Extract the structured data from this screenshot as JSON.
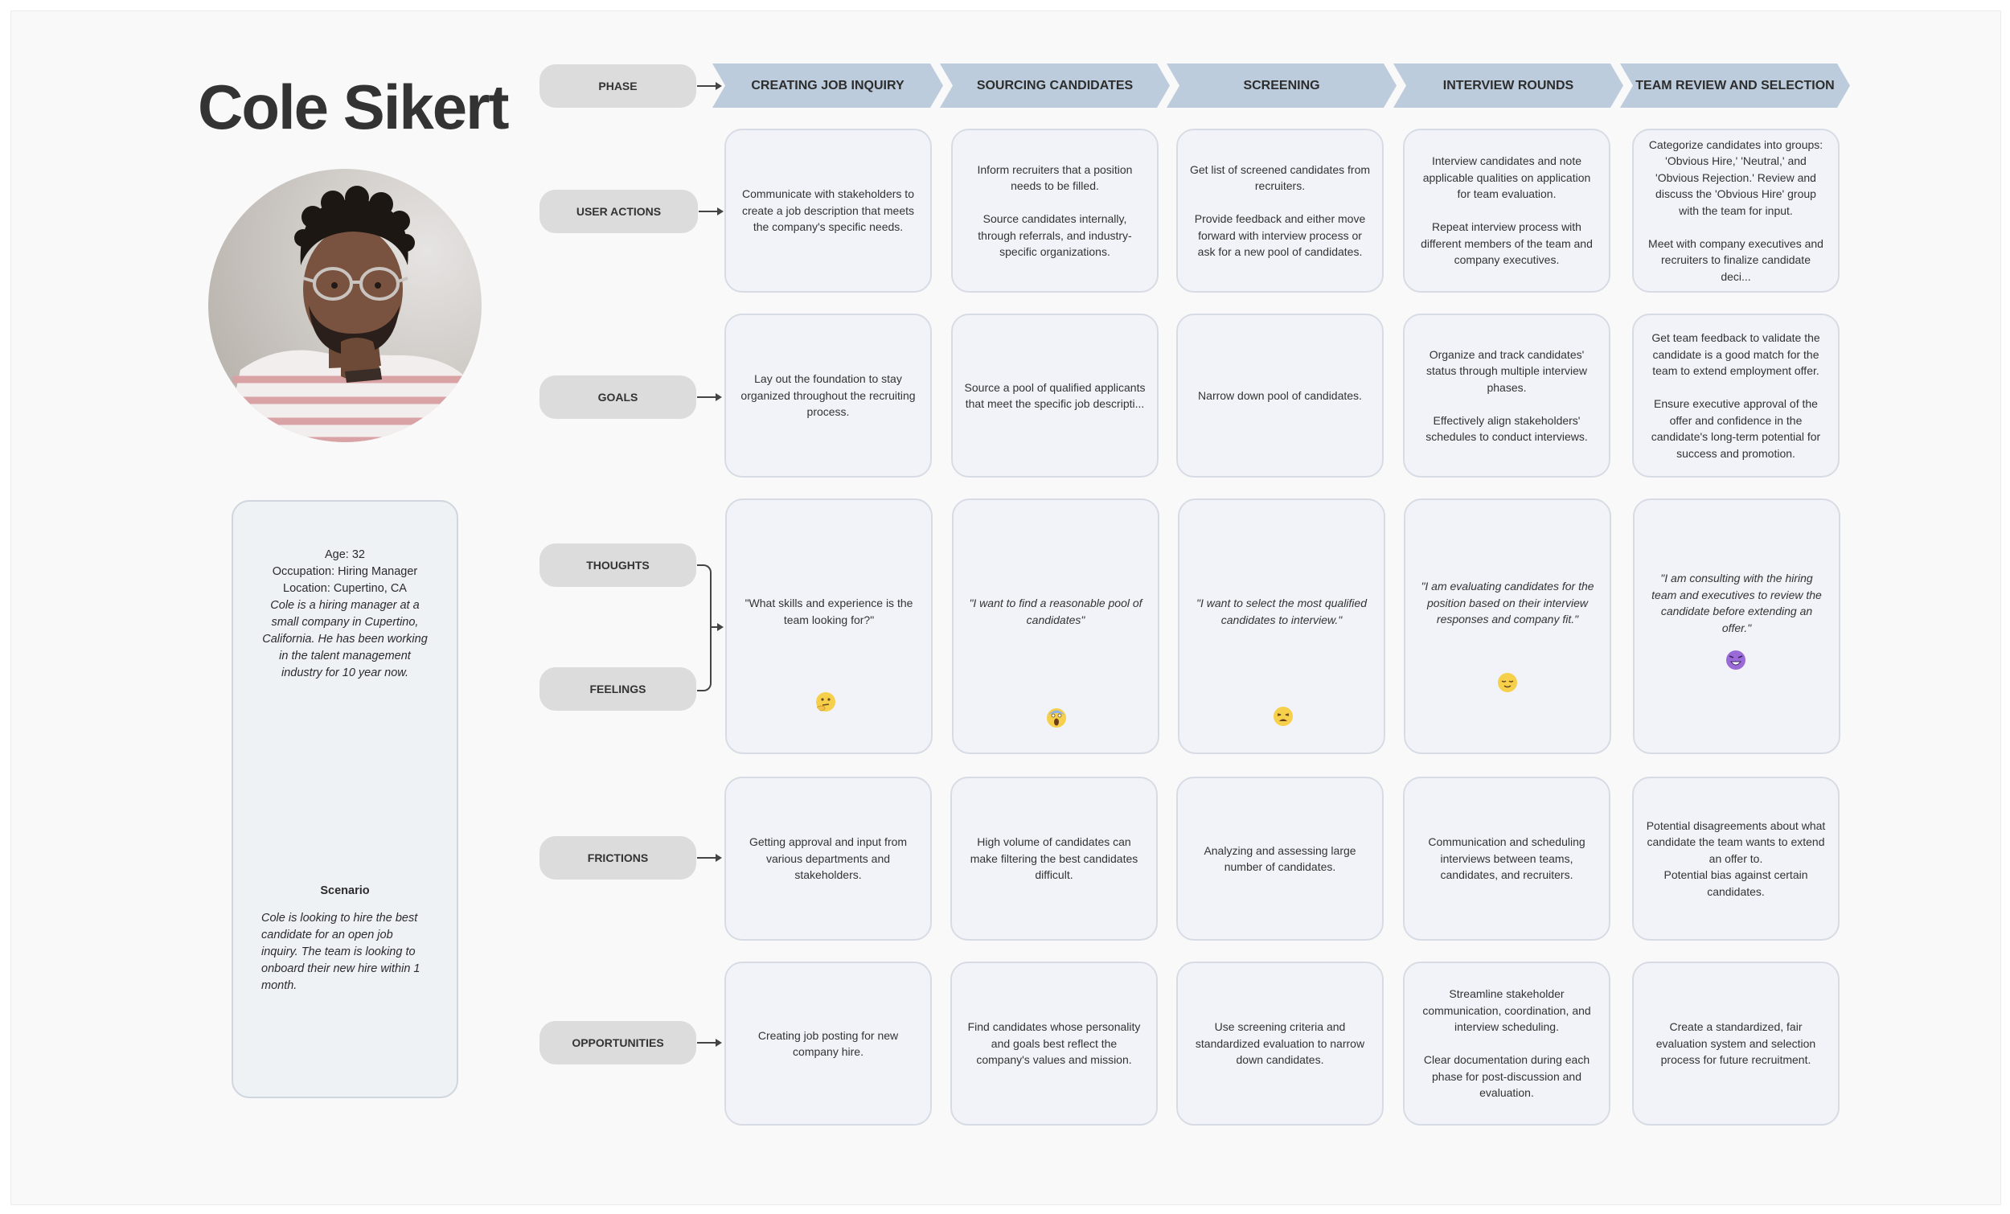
{
  "persona": {
    "name": "Cole Sikert",
    "age": "Age: 32",
    "occupation": "Occupation: Hiring Manager",
    "location": "Location: Cupertino, CA",
    "bio": "Cole is a hiring manager at a small company in Cupertino, California. He has been working in the talent management industry for 10 year now.",
    "scenario_title": "Scenario",
    "scenario": "Cole is looking to hire the best candidate for an open job inquiry. The team is looking to onboard their new hire within 1 month."
  },
  "row_labels": {
    "phase": "PHASE",
    "user_actions": "USER ACTIONS",
    "goals": "GOALS",
    "thoughts": "THOUGHTS",
    "feelings": "FEELINGS",
    "frictions": "FRICTIONS",
    "opportunities": "OPPORTUNITIES"
  },
  "phases": [
    {
      "title": "CREATING JOB INQUIRY",
      "user_actions": "Communicate with stakeholders to create a job description that meets the company's specific needs.",
      "goals": "Lay out the foundation to stay organized throughout the recruiting process.",
      "thought": "\"What skills and experience is the team looking for?\"",
      "feeling_icon": "thinking-face-emoji",
      "frictions": "Getting approval and input from various departments and stakeholders.",
      "opportunities": "Creating job posting for new company hire."
    },
    {
      "title": "SOURCING CANDIDATES",
      "user_actions": "Inform recruiters that a position needs to be filled.\n\nSource candidates internally, through referrals, and industry-specific organizations.",
      "goals": "Source a pool of qualified applicants that meet the specific job descripti...",
      "thought": "\"I want to find a reasonable pool of candidates\"",
      "feeling_icon": "screaming-face-emoji",
      "frictions": "High volume of candidates can make filtering the best candidates difficult.",
      "opportunities": "Find candidates whose personality and goals best reflect the company's values and mission."
    },
    {
      "title": "SCREENING",
      "user_actions": "Get list of screened candidates from recruiters.\n\nProvide feedback and either move forward with interview process or ask for a new pool of candidates.",
      "goals": "Narrow down pool of candidates.",
      "thought": "\"I want to select the most qualified candidates to interview.\"",
      "feeling_icon": "tired-face-emoji",
      "frictions": "Analyzing and assessing large number of candidates.",
      "opportunities": "Use screening criteria and standardized evaluation to narrow down candidates."
    },
    {
      "title": "INTERVIEW ROUNDS",
      "user_actions": "Interview candidates and note applicable qualities on application for team evaluation.\n\nRepeat interview process with different members of the team and company executives.",
      "goals": "Organize and track candidates' status through multiple interview phases.\n\nEffectively align stakeholders' schedules to conduct interviews.",
      "thought": "\"I am evaluating candidates for the position based on their interview responses and company fit.\"",
      "feeling_icon": "relieved-face-emoji",
      "frictions": "Communication and scheduling interviews between teams, candidates, and recruiters.",
      "opportunities": "Streamline stakeholder communication, coordination, and interview scheduling.\n\nClear documentation during each phase for post-discussion and evaluation."
    },
    {
      "title": "TEAM REVIEW AND SELECTION",
      "user_actions": "Categorize candidates into groups: 'Obvious Hire,' 'Neutral,' and 'Obvious Rejection.' Review and discuss the 'Obvious Hire' group with the team for input.\n\nMeet with company executives and recruiters to finalize candidate deci...",
      "goals": "Get team feedback to validate the candidate is a good match for the team to extend employment offer.\n\nEnsure executive approval of the offer and confidence in the candidate's long-term potential for success and promotion.",
      "thought": "\"I am consulting with the hiring team and executives to review the candidate before extending an offer.\"",
      "feeling_icon": "grinning-purple-face-emoji",
      "frictions": "Potential disagreements about what candidate the team wants to extend an offer to.\nPotential bias against certain candidates.",
      "opportunities": "Create a standardized, fair evaluation system and selection process for future recruitment."
    }
  ],
  "colors": {
    "chevron": "#bcccdc",
    "card_bg": "#f1f3f8",
    "card_border": "#d7dce4",
    "label_bg": "#dcdcdc"
  }
}
